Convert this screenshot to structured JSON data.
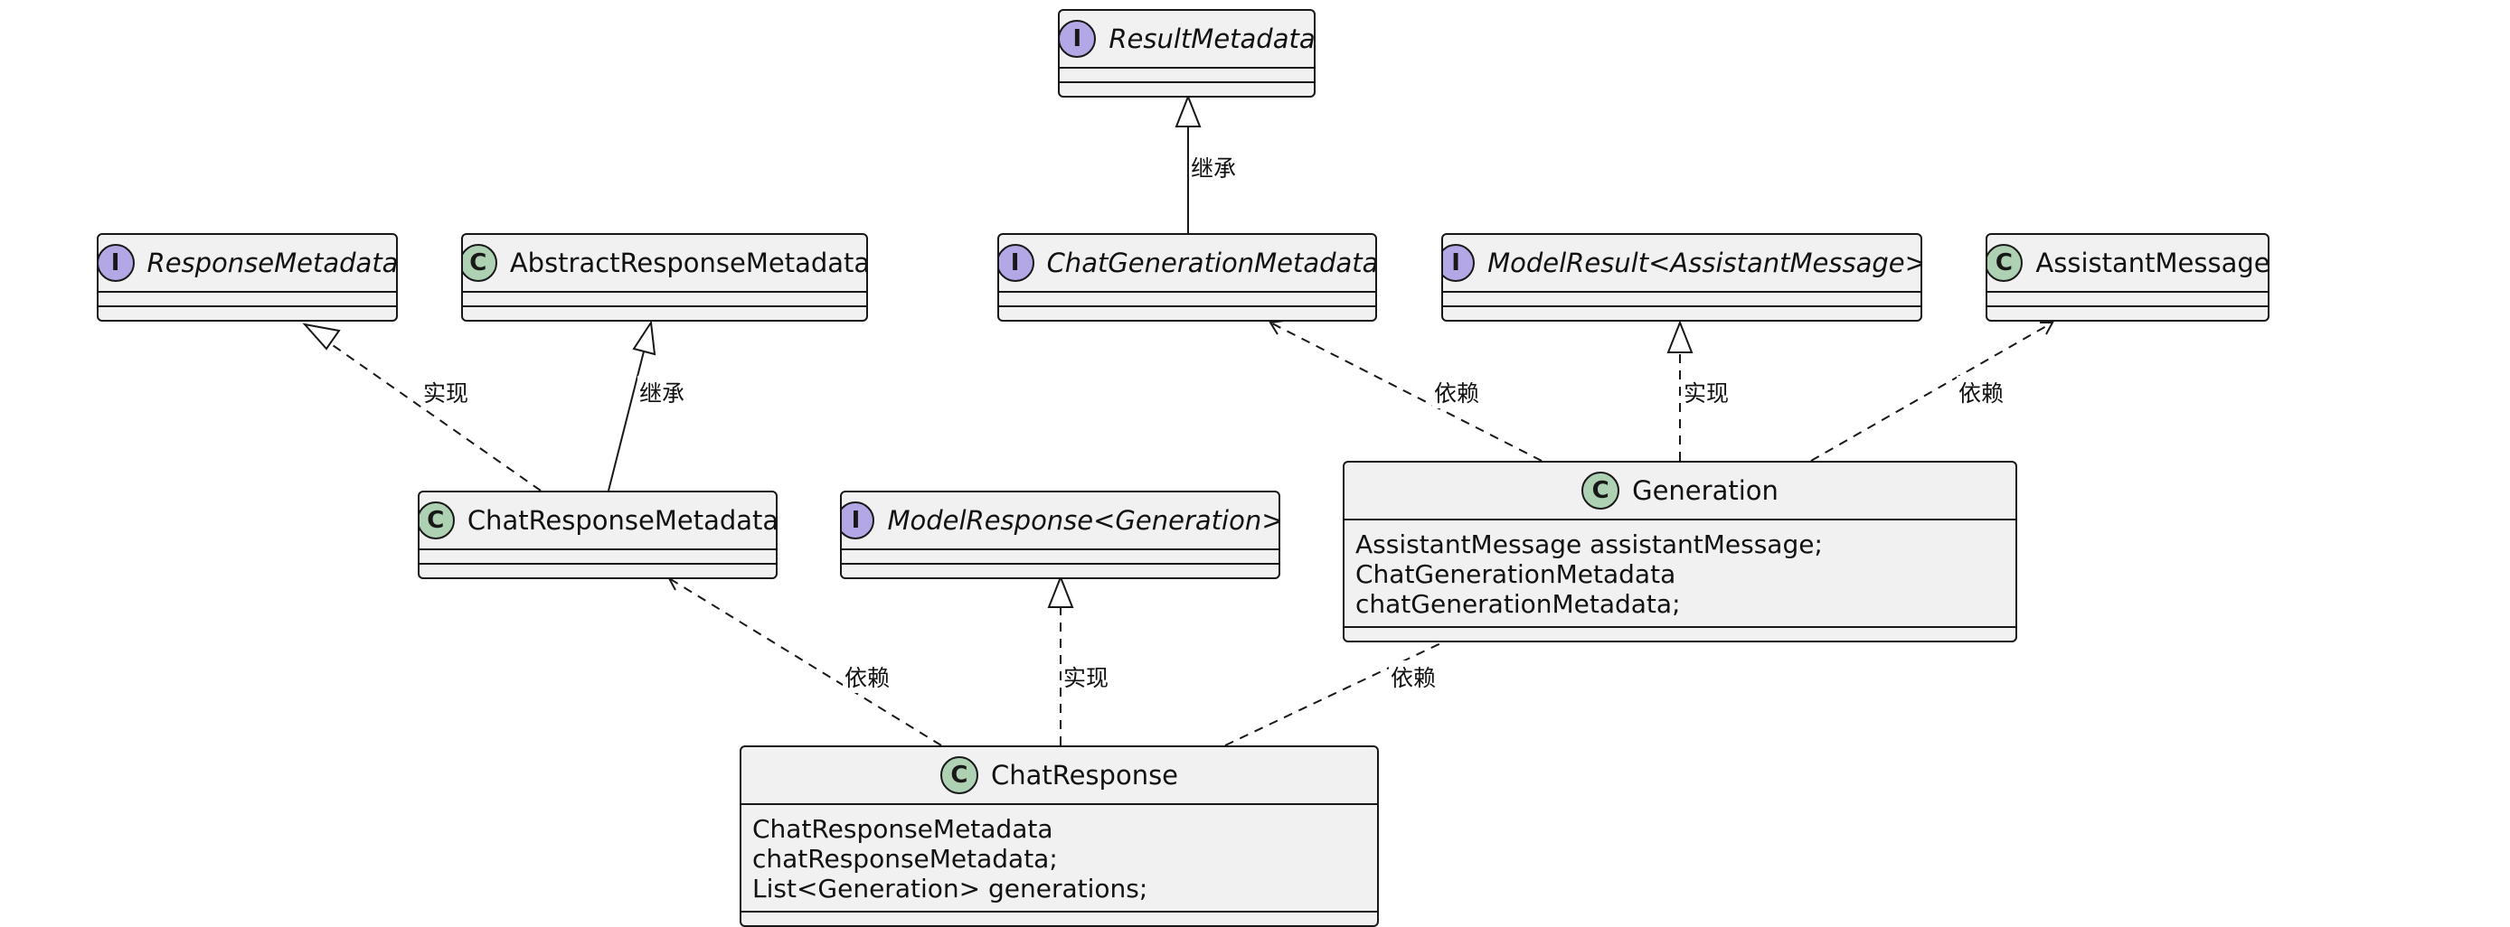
{
  "classes": {
    "result_metadata": {
      "stereotype": "I",
      "name": "ResultMetadata"
    },
    "response_metadata": {
      "stereotype": "I",
      "name": "ResponseMetadata"
    },
    "abstract_response_metadata": {
      "stereotype": "C",
      "name": "AbstractResponseMetadata"
    },
    "chat_generation_metadata": {
      "stereotype": "I",
      "name": "ChatGenerationMetadata"
    },
    "model_result": {
      "stereotype": "I",
      "name": "ModelResult<AssistantMessage>"
    },
    "assistant_message": {
      "stereotype": "C",
      "name": "AssistantMessage"
    },
    "chat_response_metadata": {
      "stereotype": "C",
      "name": "ChatResponseMetadata"
    },
    "model_response": {
      "stereotype": "I",
      "name": "ModelResponse<Generation>"
    },
    "generation": {
      "stereotype": "C",
      "name": "Generation",
      "attributes": [
        "AssistantMessage assistantMessage;",
        "ChatGenerationMetadata chatGenerationMetadata;"
      ]
    },
    "chat_response": {
      "stereotype": "C",
      "name": "ChatResponse",
      "attributes": [
        "ChatResponseMetadata chatResponseMetadata;",
        "List<Generation> generations;"
      ]
    }
  },
  "relations": {
    "chatgenmeta_inherits_resultmeta": "继承",
    "chatrespmeta_implements_respmeta": "实现",
    "chatrespmeta_inherits_abstract": "继承",
    "generation_depends_chatgenmeta": "依赖",
    "generation_implements_modelresult": "实现",
    "generation_depends_assistantmessage": "依赖",
    "chatresponse_depends_chatrespmeta": "依赖",
    "chatresponse_implements_modelresponse": "实现",
    "chatresponse_depends_generation": "依赖"
  },
  "colors": {
    "class_fill": "#f1f1f1",
    "border": "#181818",
    "class_badge": "#add1b2",
    "interface_badge": "#b4a7e5",
    "background": "#ffffff"
  }
}
